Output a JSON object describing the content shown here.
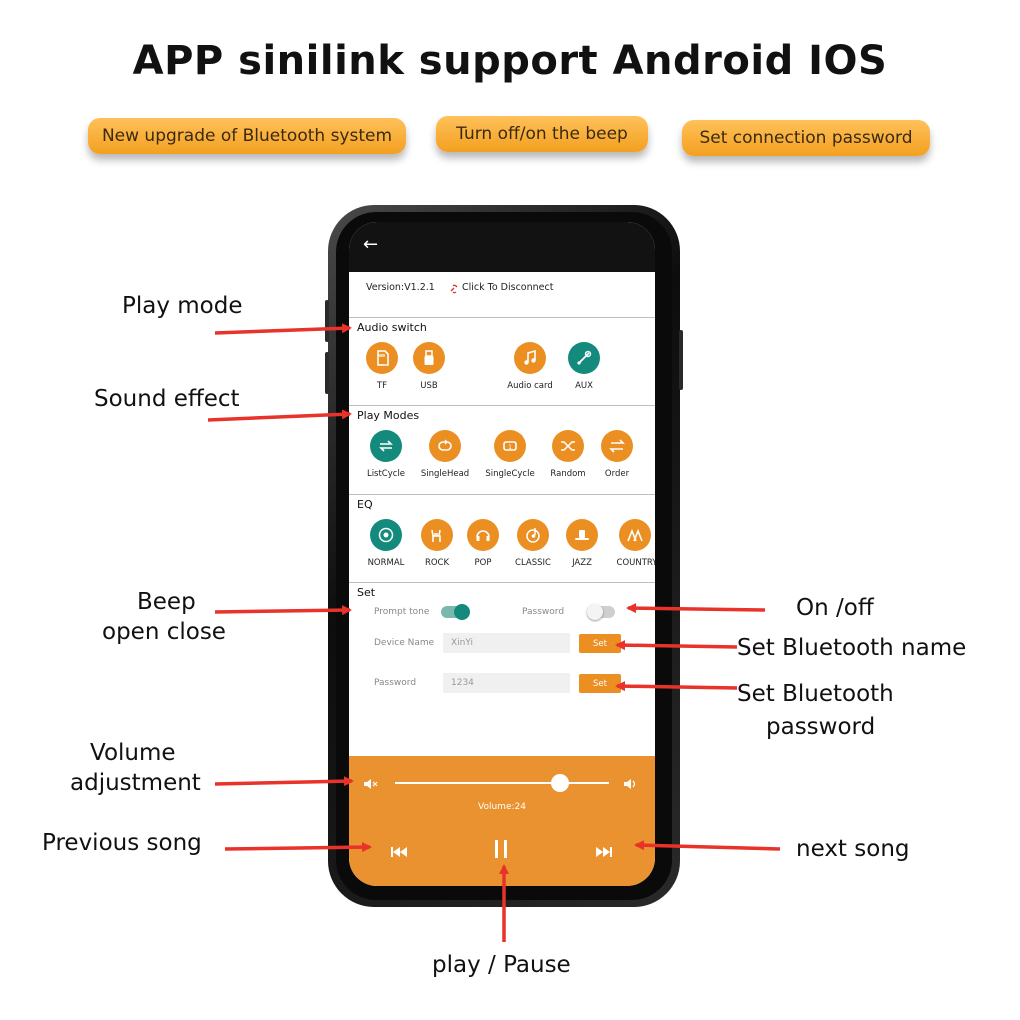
{
  "title": "APP sinilink support Android IOS",
  "features": [
    "New upgrade of Bluetooth system",
    "Turn off/on the beep",
    "Set connection password"
  ],
  "callouts": {
    "play_mode": "Play mode",
    "sound_effect": "Sound effect",
    "beep": "Beep",
    "open_close": "open close",
    "volume": "Volume",
    "adjustment": "adjustment",
    "previous_song": "Previous song",
    "on_off": "On /off",
    "set_bt_name": "Set Bluetooth name",
    "set_bt_password_1": "Set Bluetooth",
    "set_bt_password_2": "password",
    "next_song": "next song",
    "play_pause": "play / Pause"
  },
  "app": {
    "version": "Version:V1.2.1",
    "disconnect": "Click To Disconnect",
    "audio_switch": {
      "heading": "Audio switch",
      "items": [
        "TF",
        "USB",
        "Audio card",
        "AUX"
      ]
    },
    "play_modes": {
      "heading": "Play Modes",
      "items": [
        "ListCycle",
        "SingleHead",
        "SingleCycle",
        "Random",
        "Order"
      ]
    },
    "eq": {
      "heading": "EQ",
      "items": [
        "NORMAL",
        "ROCK",
        "POP",
        "CLASSIC",
        "JAZZ",
        "COUNTRY"
      ]
    },
    "set": {
      "heading": "Set",
      "prompt_tone": "Prompt tone",
      "prompt_tone_on": true,
      "password_label": "Password",
      "password_on": false,
      "device_name_label": "Device Name",
      "device_name_value": "XinYi",
      "password_field_label": "Password",
      "password_value": "1234",
      "set_button": "Set"
    },
    "volume": {
      "label": "Volume:24",
      "value": 24,
      "level_fraction": 0.77
    }
  },
  "colors": {
    "accent_orange": "#eb8f23",
    "selected_teal": "#148a7c",
    "arrow_red": "#e8322a",
    "pill_yellow": "#f7b03c"
  }
}
